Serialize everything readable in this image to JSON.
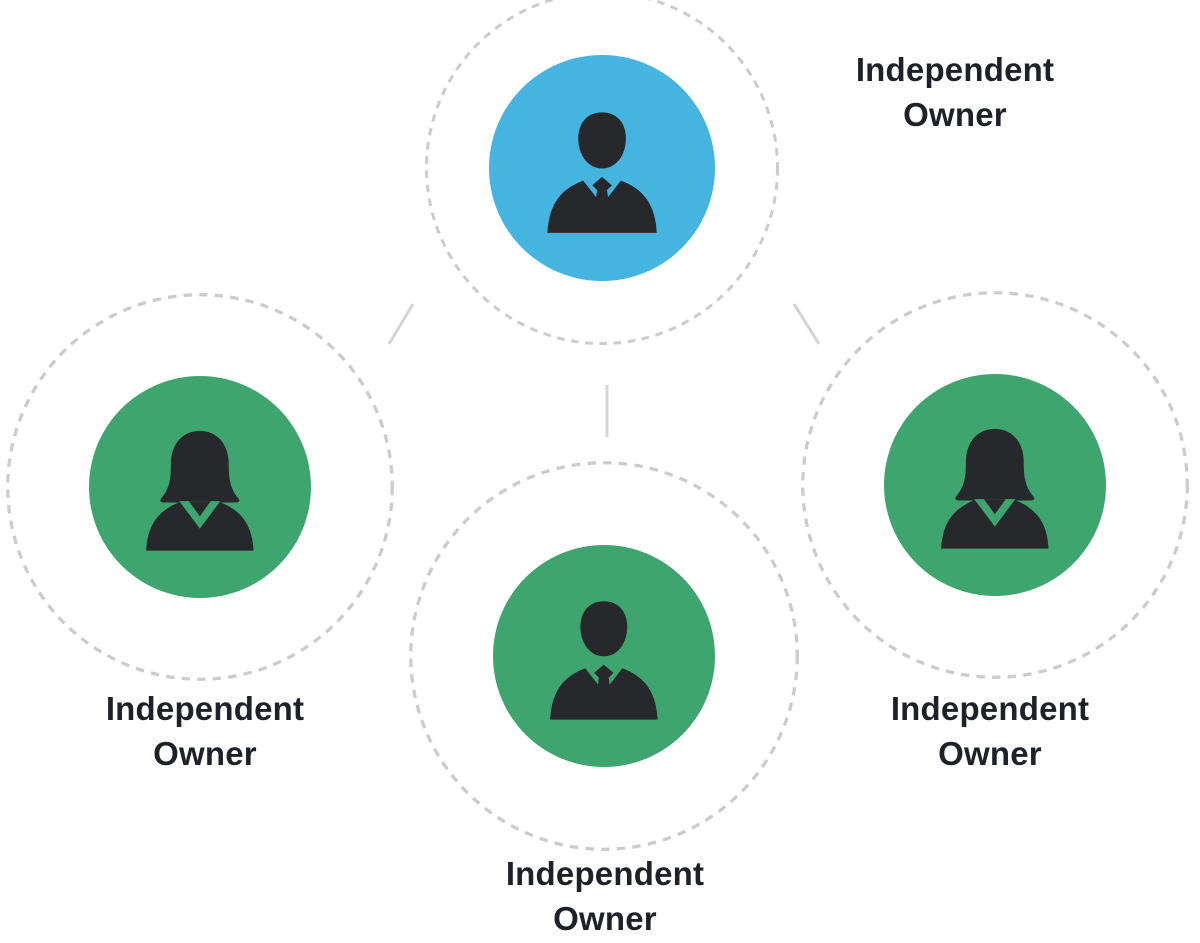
{
  "diagram": {
    "colors": {
      "background": "#ffffff",
      "dashed_circle": "#cccccc",
      "connector": "#d4d4d4",
      "icon": "#26282b",
      "label": "#1e2127",
      "hub_blue": "#45b4e0",
      "member_green": "#3fa56e"
    },
    "nodes": [
      {
        "id": "top",
        "icon": "businessman-icon",
        "person": "male",
        "circle_color": "#45b4e0",
        "label_lines": [
          "Independent",
          "Owner"
        ]
      },
      {
        "id": "left",
        "icon": "businesswoman-icon",
        "person": "female",
        "circle_color": "#3fa56e",
        "label_lines": [
          "Independent",
          "Owner"
        ]
      },
      {
        "id": "bottom",
        "icon": "businessman-icon",
        "person": "male",
        "circle_color": "#3fa56e",
        "label_lines": [
          "Independent",
          "Owner"
        ]
      },
      {
        "id": "right",
        "icon": "businesswoman-icon",
        "person": "female",
        "circle_color": "#3fa56e",
        "label_lines": [
          "Independent",
          "Owner"
        ]
      }
    ]
  }
}
